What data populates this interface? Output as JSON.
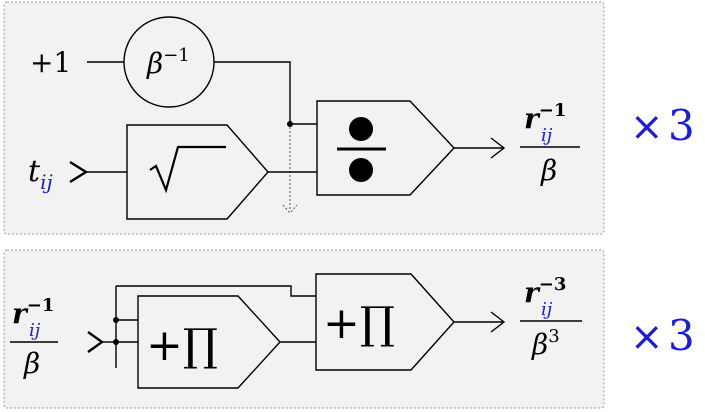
{
  "top": {
    "plus_one": "+1",
    "beta_inv": {
      "base": "β",
      "exp": "−1"
    },
    "t_ij": {
      "t": "t",
      "sub": "ij"
    },
    "output": {
      "r": "r",
      "sub": "ij",
      "exp": "−1",
      "den": "β"
    },
    "repeat": {
      "times": "×",
      "count": "3"
    }
  },
  "bottom": {
    "input": {
      "r": "r",
      "sub": "ij",
      "exp": "−1",
      "den": "β"
    },
    "block_label": "+∏",
    "output": {
      "r": "r",
      "sub": "ij",
      "exp": "−3",
      "den_base": "β",
      "den_exp": "3"
    },
    "repeat": {
      "times": "×",
      "count": "3"
    }
  }
}
